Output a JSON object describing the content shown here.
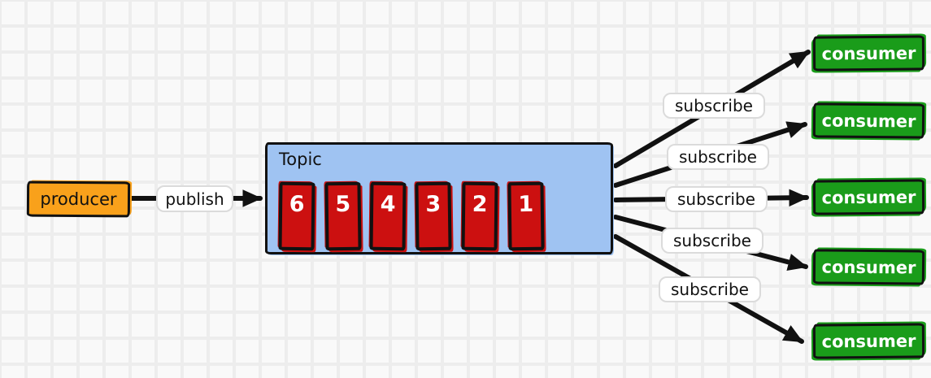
{
  "diagram": {
    "producer": {
      "label": "producer"
    },
    "publish": {
      "label": "publish"
    },
    "topic": {
      "label": "Topic",
      "messages": [
        "6",
        "5",
        "4",
        "3",
        "2",
        "1"
      ]
    },
    "subscriptions": [
      {
        "label": "subscribe"
      },
      {
        "label": "subscribe"
      },
      {
        "label": "subscribe"
      },
      {
        "label": "subscribe"
      },
      {
        "label": "subscribe"
      }
    ],
    "consumers": [
      {
        "label": "consumer"
      },
      {
        "label": "consumer"
      },
      {
        "label": "consumer"
      },
      {
        "label": "consumer"
      },
      {
        "label": "consumer"
      }
    ],
    "colors": {
      "producer_fill": "#F9A11B",
      "topic_fill": "#9FC3F2",
      "message_fill": "#CC1010",
      "consumer_fill": "#1A9C1A",
      "stroke": "#111111",
      "label_bg": "#FFFFFF",
      "label_border": "#DBDBDB",
      "canvas_bg": "#F9F9F9",
      "grid_line": "#EDEDED"
    }
  }
}
